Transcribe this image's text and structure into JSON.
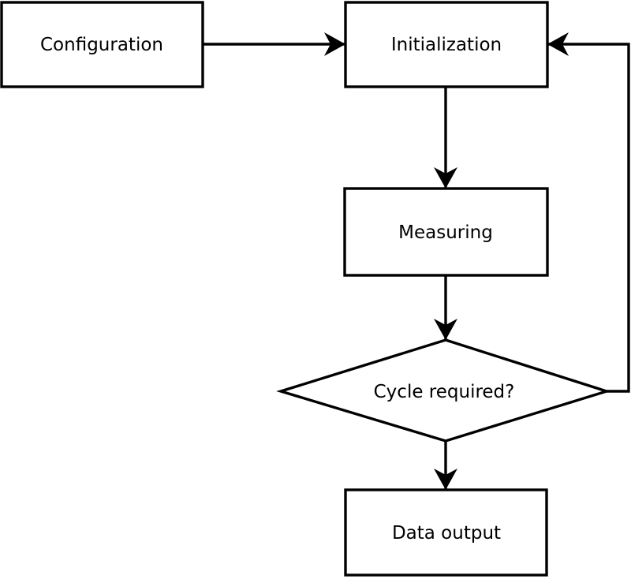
{
  "diagram": {
    "type": "flowchart",
    "colors": {
      "ink": "#000000",
      "paper": "#ffffff"
    },
    "nodes": [
      {
        "id": "configuration",
        "shape": "rectangle",
        "label": "Configuration"
      },
      {
        "id": "initialization",
        "shape": "rectangle",
        "label": "Initialization"
      },
      {
        "id": "measuring",
        "shape": "rectangle",
        "label": "Measuring"
      },
      {
        "id": "cycle-required",
        "shape": "diamond",
        "label": "Cycle required?"
      },
      {
        "id": "data-output",
        "shape": "rectangle",
        "label": "Data output"
      }
    ],
    "edges": [
      {
        "from": "configuration",
        "to": "initialization",
        "style": "arrow"
      },
      {
        "from": "initialization",
        "to": "measuring",
        "style": "arrow"
      },
      {
        "from": "measuring",
        "to": "cycle-required",
        "style": "arrow"
      },
      {
        "from": "cycle-required",
        "to": "data-output",
        "style": "arrow"
      },
      {
        "from": "cycle-required",
        "to": "initialization",
        "style": "arrow-loop"
      }
    ]
  }
}
